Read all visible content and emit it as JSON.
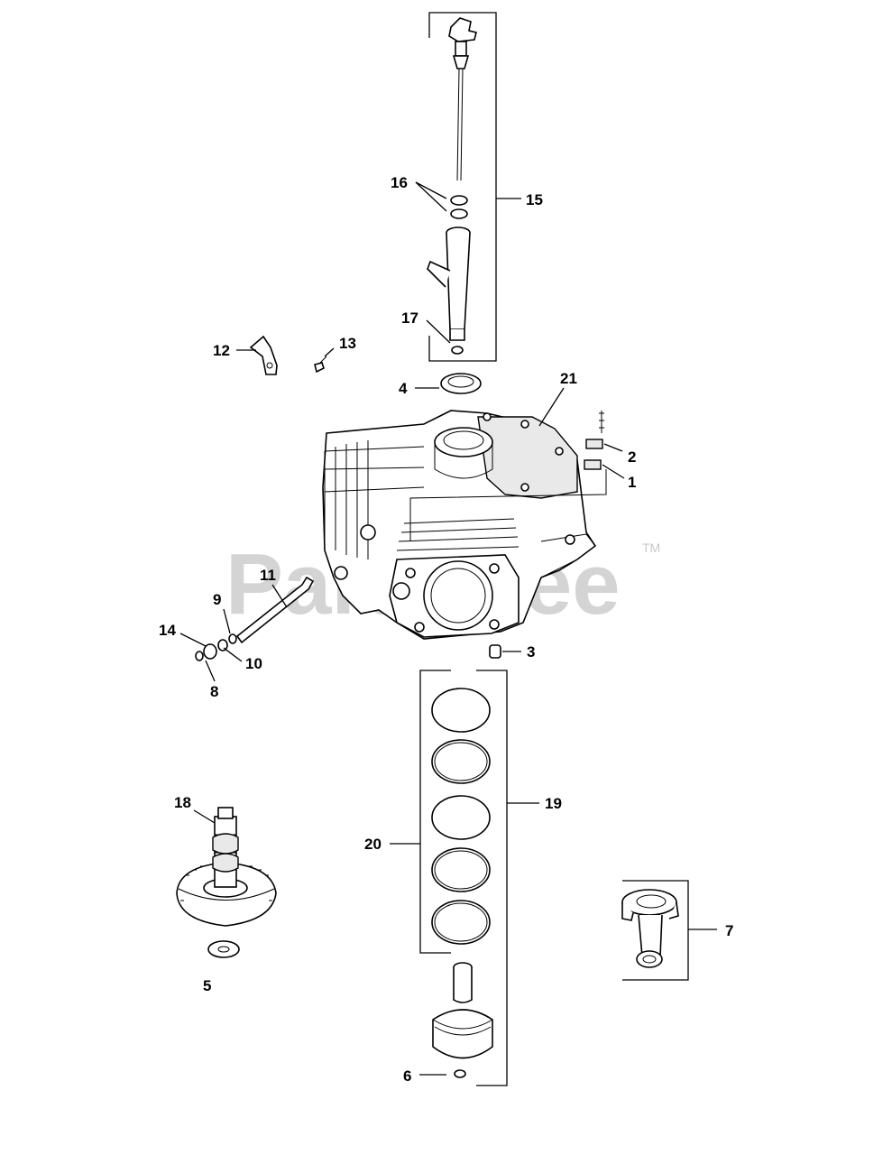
{
  "watermark": {
    "text": "PartsTree",
    "trademark": "TM"
  },
  "callouts": [
    {
      "id": "1",
      "text": "1"
    },
    {
      "id": "2",
      "text": "2"
    },
    {
      "id": "3",
      "text": "3"
    },
    {
      "id": "4",
      "text": "4"
    },
    {
      "id": "5",
      "text": "5"
    },
    {
      "id": "6",
      "text": "6"
    },
    {
      "id": "7",
      "text": "7"
    },
    {
      "id": "8",
      "text": "8"
    },
    {
      "id": "9",
      "text": "9"
    },
    {
      "id": "10",
      "text": "10"
    },
    {
      "id": "11",
      "text": "11"
    },
    {
      "id": "12",
      "text": "12"
    },
    {
      "id": "13",
      "text": "13"
    },
    {
      "id": "14",
      "text": "14"
    },
    {
      "id": "15",
      "text": "15"
    },
    {
      "id": "16",
      "text": "16"
    },
    {
      "id": "17",
      "text": "17"
    },
    {
      "id": "18",
      "text": "18"
    },
    {
      "id": "19",
      "text": "19"
    },
    {
      "id": "20",
      "text": "20"
    },
    {
      "id": "21",
      "text": "21"
    }
  ]
}
